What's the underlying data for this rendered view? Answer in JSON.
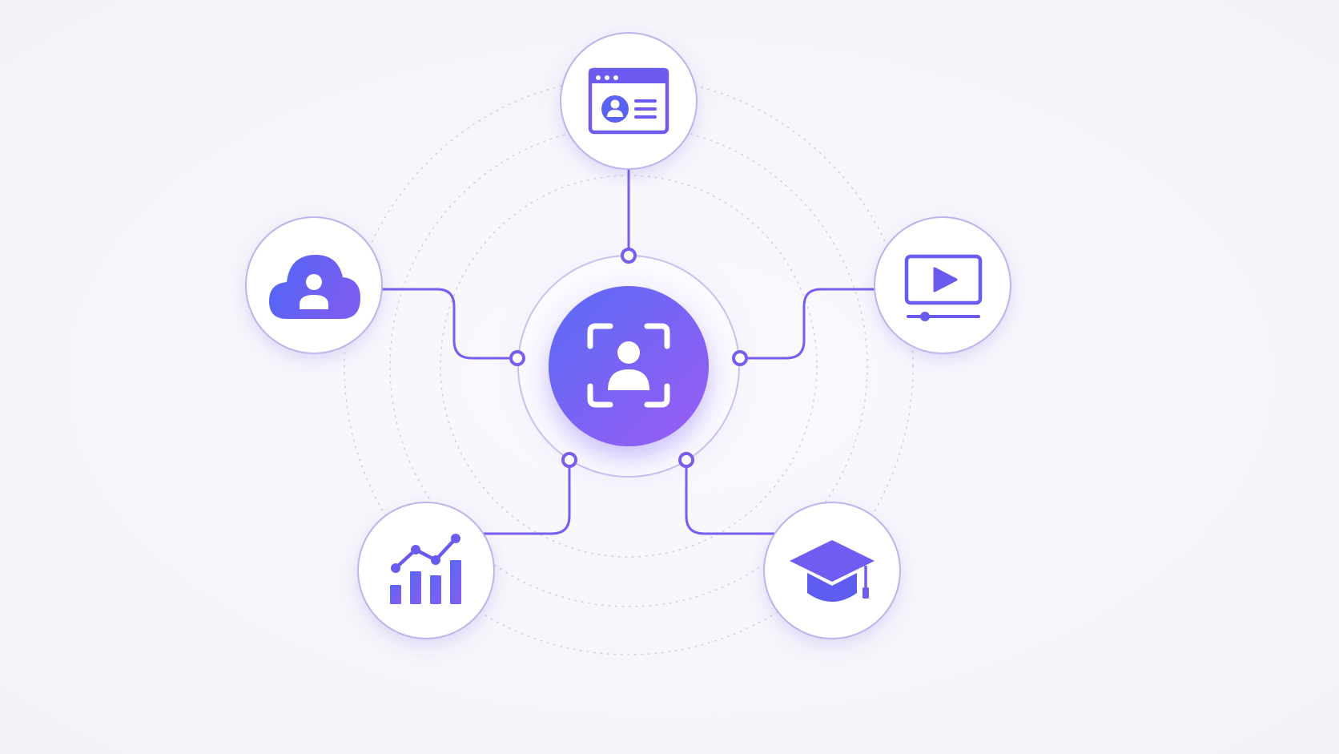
{
  "diagram": {
    "type": "hub-and-spoke",
    "hub": {
      "icon": "face-scan-icon",
      "fill_start": "#5b6cf6",
      "fill_end": "#9a5cf2"
    },
    "spokes": [
      {
        "id": "profile-card",
        "icon": "browser-profile-icon",
        "position": "top"
      },
      {
        "id": "cloud-user",
        "icon": "cloud-user-icon",
        "position": "left"
      },
      {
        "id": "video-player",
        "icon": "video-player-icon",
        "position": "right"
      },
      {
        "id": "analytics",
        "icon": "bar-line-chart-icon",
        "position": "bottom-left"
      },
      {
        "id": "education",
        "icon": "graduation-cap-icon",
        "position": "bottom-right"
      }
    ],
    "colors": {
      "background": "#f6f5fa",
      "accent": "#7257ee",
      "accent_blue": "#5266f4",
      "ring": "#c9c3ef",
      "dotted_ring": "#d4d0e8",
      "node_fill": "#ffffff"
    }
  }
}
